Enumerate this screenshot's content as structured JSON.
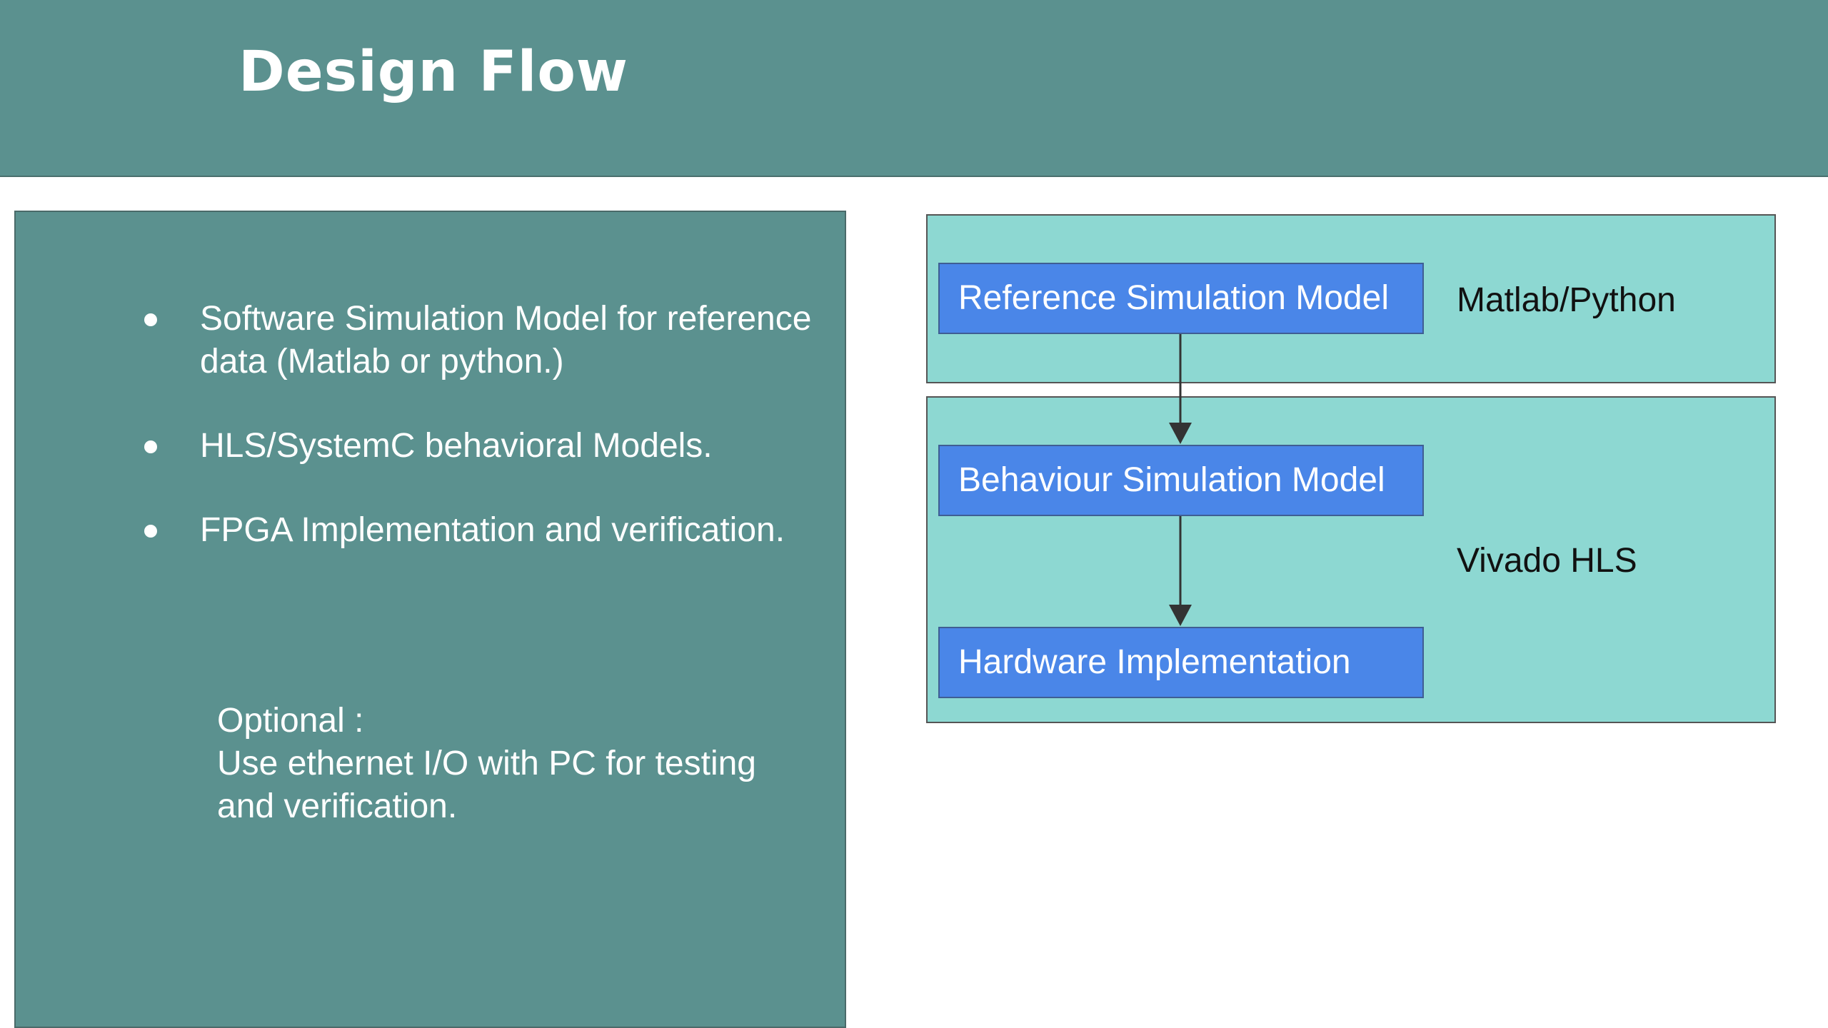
{
  "header": {
    "title": "Design Flow"
  },
  "left_panel": {
    "bullets": [
      {
        "line1": "Software Simulation Model for reference",
        "line2": "data (Matlab or python.)"
      },
      {
        "line1": "HLS/SystemC behavioral Models.",
        "line2": ""
      },
      {
        "line1": "FPGA Implementation and verification.",
        "line2": ""
      }
    ],
    "optional": {
      "line1": "Optional :",
      "line2": "Use ethernet I/O with PC for testing",
      "line3": "and verification."
    }
  },
  "diagram": {
    "blocks": {
      "reference": "Reference Simulation Model",
      "behaviour": "Behaviour Simulation Model",
      "hardware": "Hardware Implementation"
    },
    "stages": {
      "reference_tool": "Matlab/Python",
      "hls_tool": "Vivado HLS"
    },
    "colors": {
      "header_bg": "#5b918f",
      "stage_bg": "#8dd8d2",
      "block_bg": "#4a86e8"
    }
  }
}
